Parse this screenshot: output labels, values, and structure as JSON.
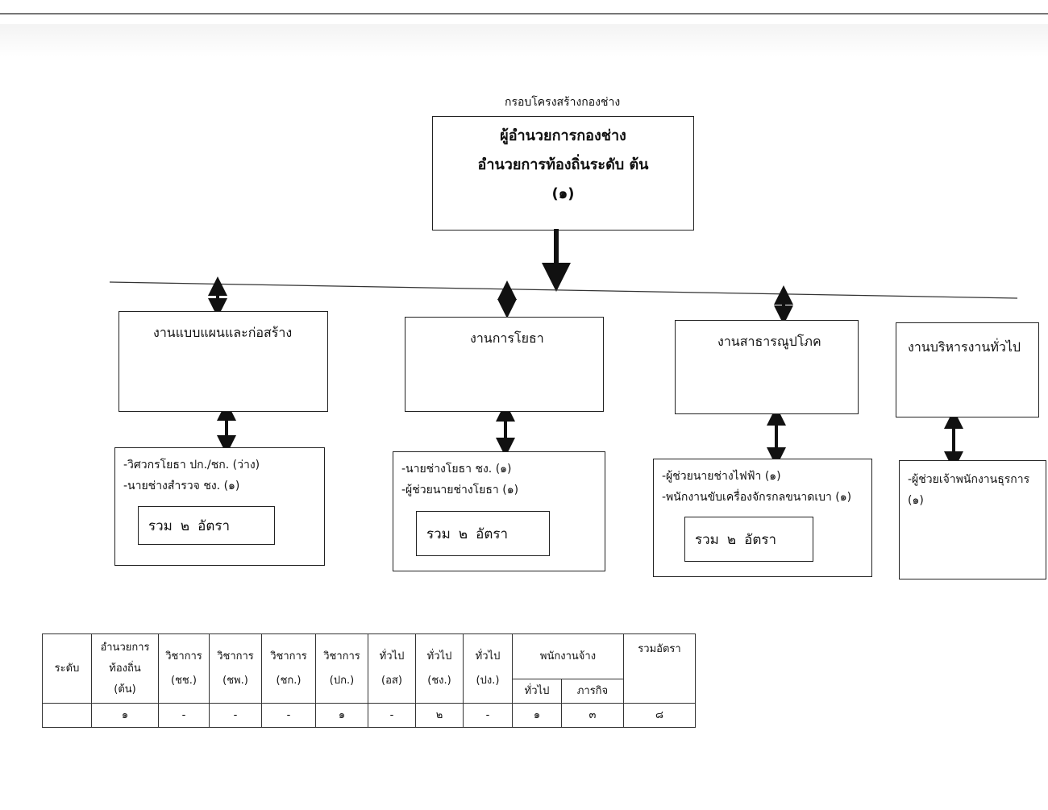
{
  "frame_title": "กรอบโครงสร้างกองช่าง",
  "chief": {
    "line1": "ผู้อำนวยการกองช่าง",
    "line2": "อำนวยการท้องถิ่นระดับ  ต้น",
    "line3": "(๑)"
  },
  "units": [
    {
      "title": "งานแบบแผนและก่อสร้าง",
      "staff": [
        "-วิศวกรโยธา ปก./ชก. (ว่าง)",
        "-นายช่างสำรวจ ชง. (๑)"
      ],
      "sum_word": "รวม",
      "sum_count": "๒",
      "sum_unit": "อัตรา"
    },
    {
      "title": "งานการโยธา",
      "staff": [
        "-นายช่างโยธา ชง. (๑)",
        "-ผู้ช่วยนายช่างโยธา (๑)"
      ],
      "sum_word": "รวม",
      "sum_count": "๒",
      "sum_unit": "อัตรา"
    },
    {
      "title": "งานสาธารณูปโภค",
      "staff": [
        "-ผู้ช่วยนายช่างไฟฟ้า (๑)",
        "-พนักงานขับเครื่องจักรกลขนาดเบา (๑)"
      ],
      "sum_word": "รวม",
      "sum_count": "๒",
      "sum_unit": "อัตรา"
    },
    {
      "title": "งานบริหารงานทั่วไป",
      "staff": [
        "-ผู้ช่วยเจ้าพนักงานธุรการ",
        "(๑)"
      ]
    }
  ],
  "table": {
    "level": "ระดับ",
    "headers": [
      [
        "อำนวยการ",
        "ท้องถิ่น",
        "(ต้น)"
      ],
      [
        "วิชาการ",
        "(ชช.)"
      ],
      [
        "วิชาการ",
        "(ชพ.)"
      ],
      [
        "วิชาการ",
        "(ชก.)"
      ],
      [
        "วิชาการ",
        "(ปก.)"
      ],
      [
        "ทั่วไป",
        "(อส)"
      ],
      [
        "ทั่วไป",
        "(ชง.)"
      ],
      [
        "ทั่วไป",
        "(ปง.)"
      ]
    ],
    "employee_group": "พนักงานจ้าง",
    "employee_sub": [
      "ทั่วไป",
      "ภารกิจ"
    ],
    "total_header": "รวมอัตรา",
    "values": [
      "",
      "๑",
      "-",
      "-",
      "-",
      "๑",
      "-",
      "๒",
      "-",
      "๑",
      "๓",
      "๘"
    ]
  }
}
